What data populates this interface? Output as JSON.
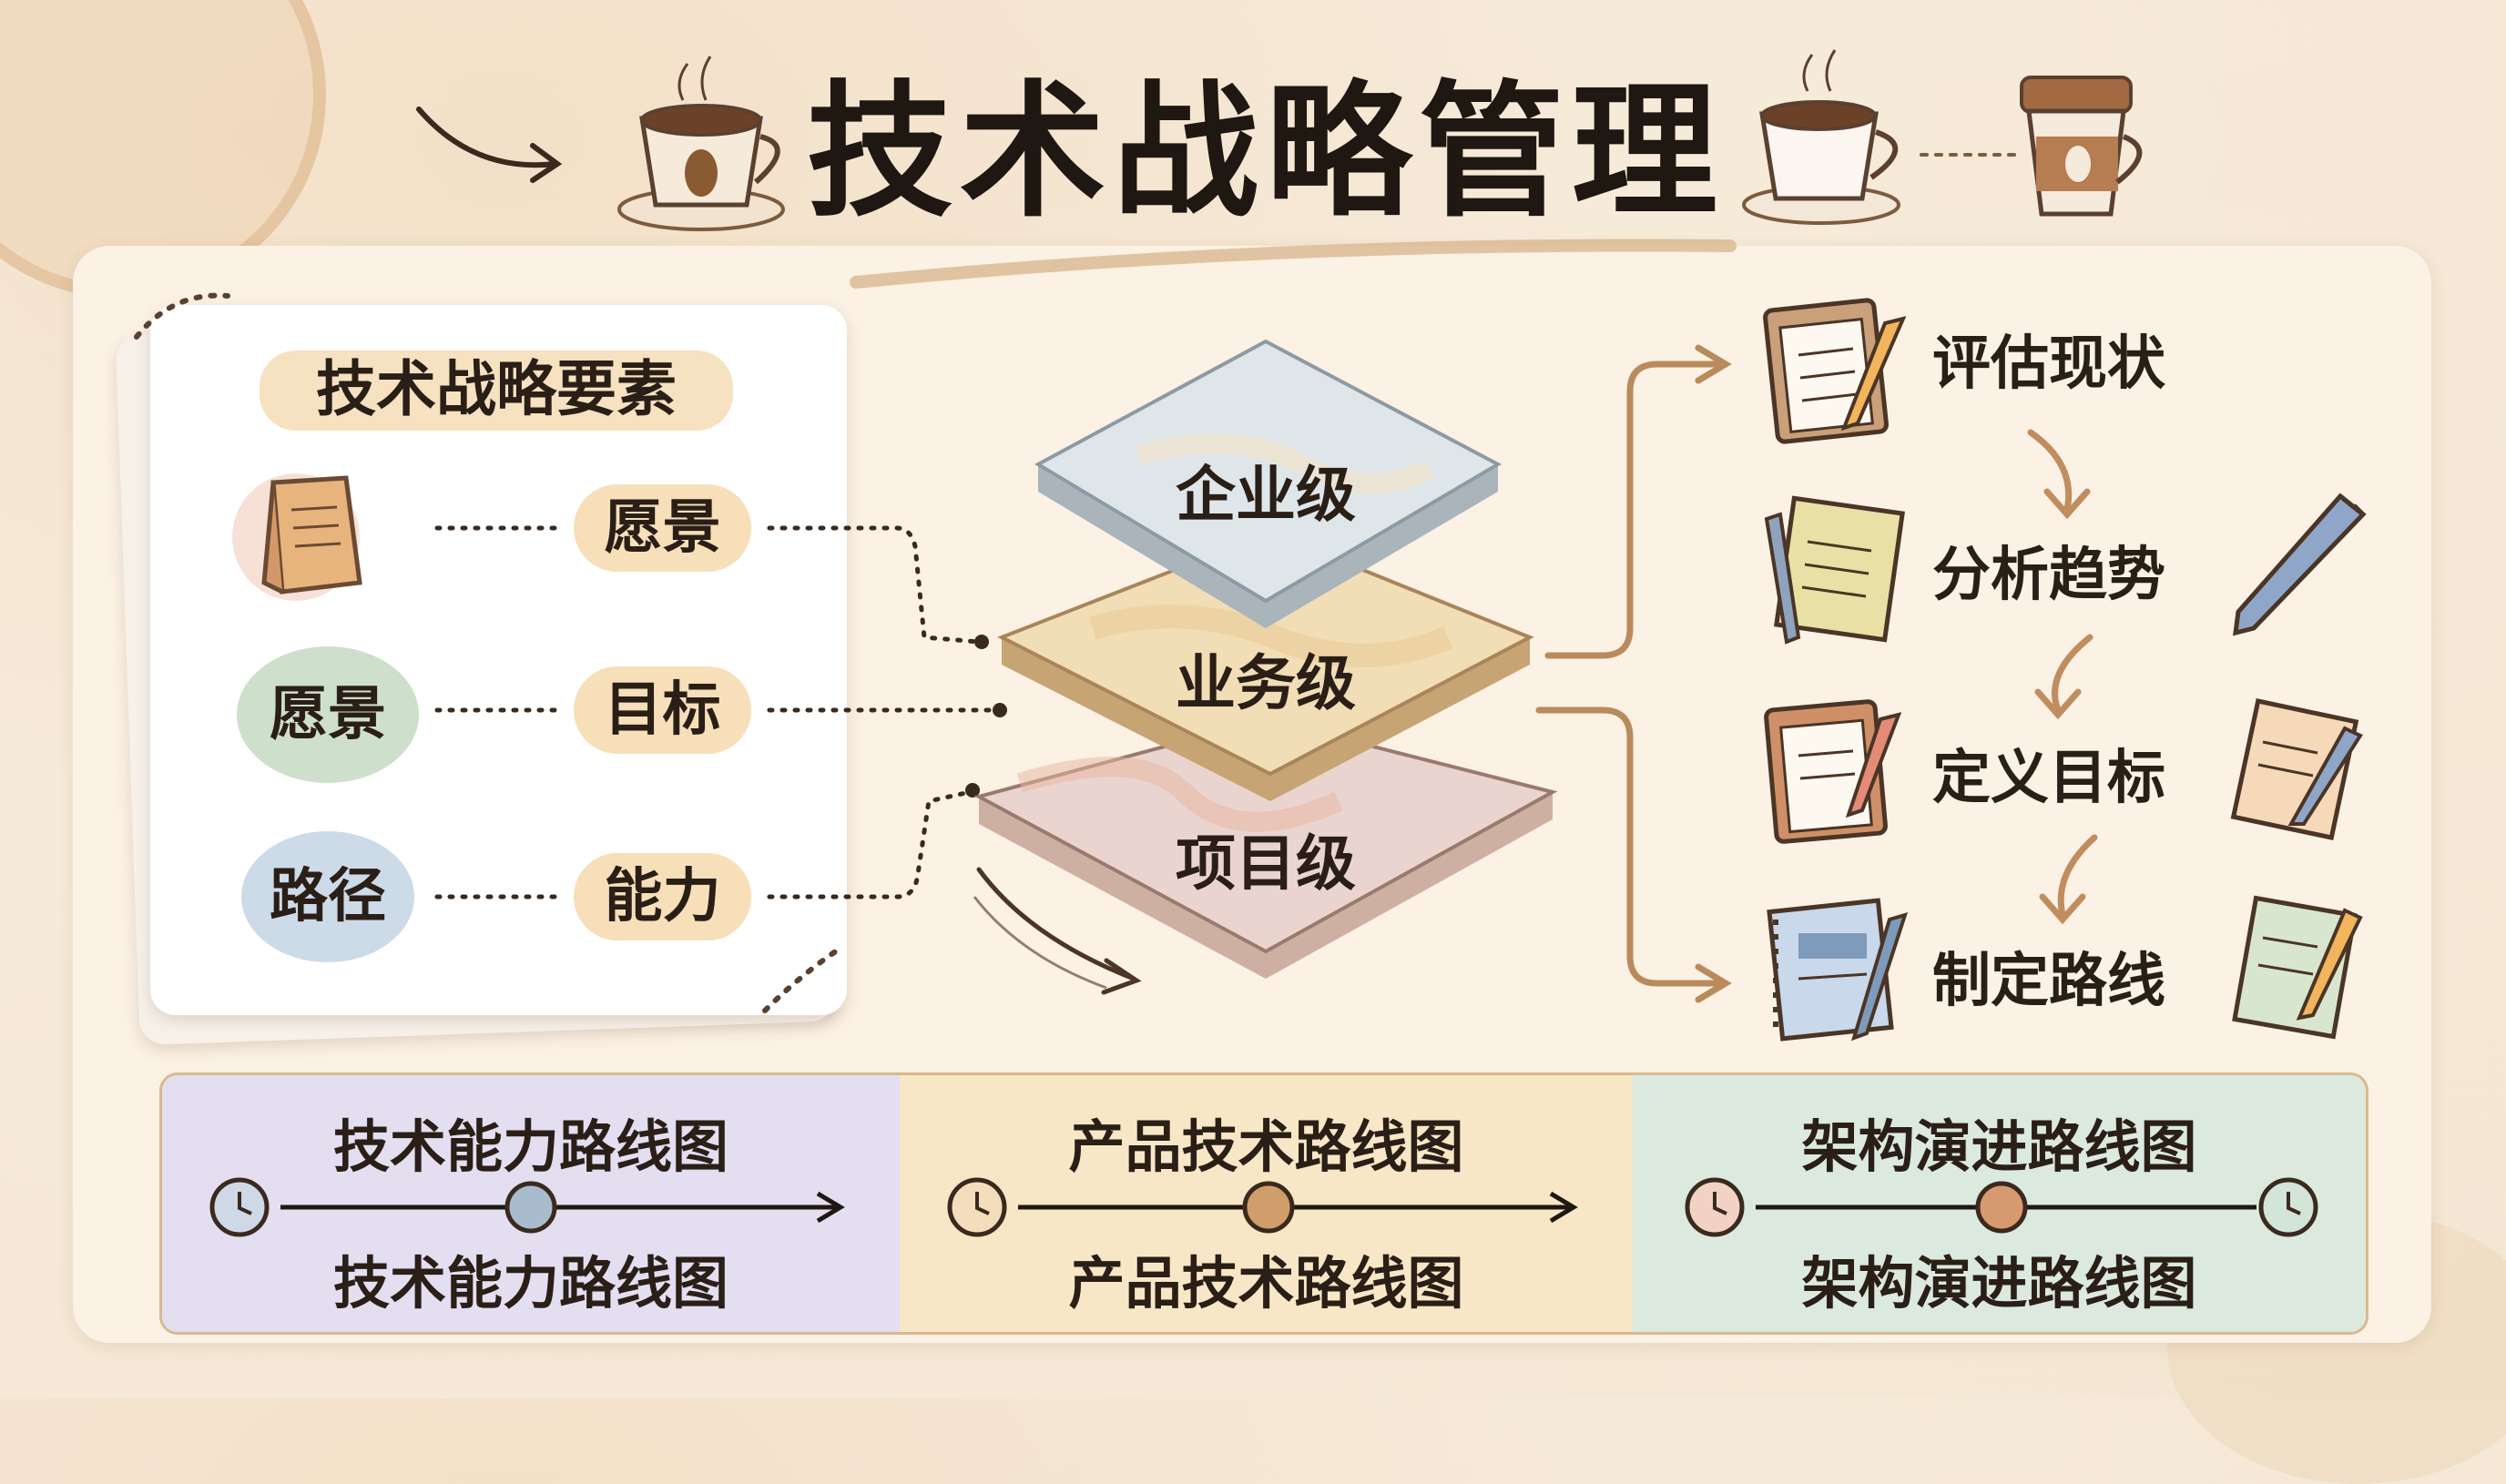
{
  "title": "技术战略管理",
  "elements_panel": {
    "heading": "技术战略要素",
    "left_labels": [
      "愿景",
      "路径"
    ],
    "right_pills": [
      "愿景",
      "目标",
      "能力"
    ]
  },
  "layers": [
    "企业级",
    "业务级",
    "项目级"
  ],
  "steps": [
    "评估现状",
    "分析趋势",
    "定义目标",
    "制定路线"
  ],
  "roadmaps": [
    {
      "top": "技术能力路线图",
      "bottom": "技术能力路线图",
      "color": "#e3def0",
      "node": "#a9bccd"
    },
    {
      "top": "产品技术路线图",
      "bottom": "产品技术路线图",
      "color": "#f7e7c6",
      "node": "#cf9e6a"
    },
    {
      "top": "架构演进路线图",
      "bottom": "架构演进路线图",
      "color": "#dbe9df",
      "node": "#d79a6e"
    }
  ],
  "colors": {
    "accent_brown": "#b98b5c",
    "pill_bg": "#f6dfb9",
    "layer_top": "#dfe6ea",
    "layer_mid": "#f1ddb6",
    "layer_bottom": "#ead4cf"
  },
  "icons": [
    "coffee-cup-icon",
    "takeaway-cup-icon",
    "book-icon",
    "clipboard-icon",
    "notebook-icon",
    "pencil-icon",
    "clock-icon"
  ]
}
